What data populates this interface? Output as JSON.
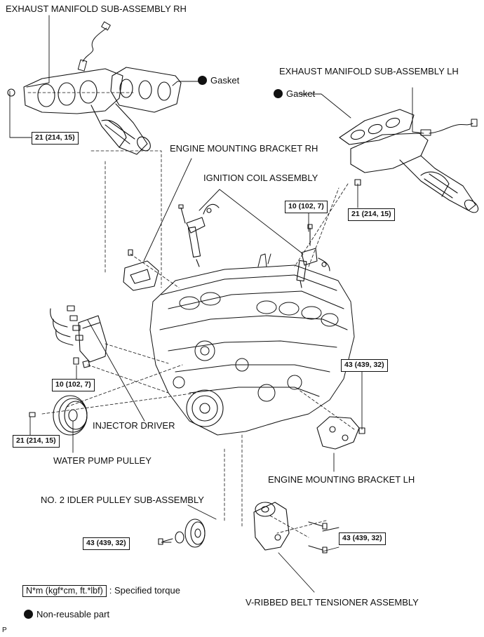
{
  "labels": {
    "exhaust_rh": "EXHAUST MANIFOLD SUB-ASSEMBLY RH",
    "gasket_rh": "Gasket",
    "exhaust_lh": "EXHAUST MANIFOLD SUB-ASSEMBLY LH",
    "gasket_lh": "Gasket",
    "mounting_bracket_rh": "ENGINE MOUNTING BRACKET RH",
    "ignition_coil": "IGNITION COIL ASSEMBLY",
    "injector_driver": "INJECTOR DRIVER",
    "water_pump_pulley": "WATER PUMP PULLEY",
    "mounting_bracket_lh": "ENGINE MOUNTING BRACKET LH",
    "idler_pulley": "NO. 2 IDLER PULLEY SUB-ASSEMBLY",
    "belt_tensioner": "V-RIBBED BELT TENSIONER ASSEMBLY"
  },
  "torques": {
    "t_exhaust_rh": "21 (214, 15)",
    "t_exhaust_lh": "21 (214, 15)",
    "t_coil": "10 (102, 7)",
    "t_injector": "10 (102, 7)",
    "t_pump": "21 (214, 15)",
    "t_bracket_lh": "43 (439, 32)",
    "t_idler": "43 (439, 32)",
    "t_tensioner": "43 (439, 32)"
  },
  "legend": {
    "unit_box": "N*m (kgf*cm, ft.*lbf)",
    "unit_text": ": Specified torque",
    "nonreusable": "Non-reusable part"
  },
  "corner_mark": "P"
}
